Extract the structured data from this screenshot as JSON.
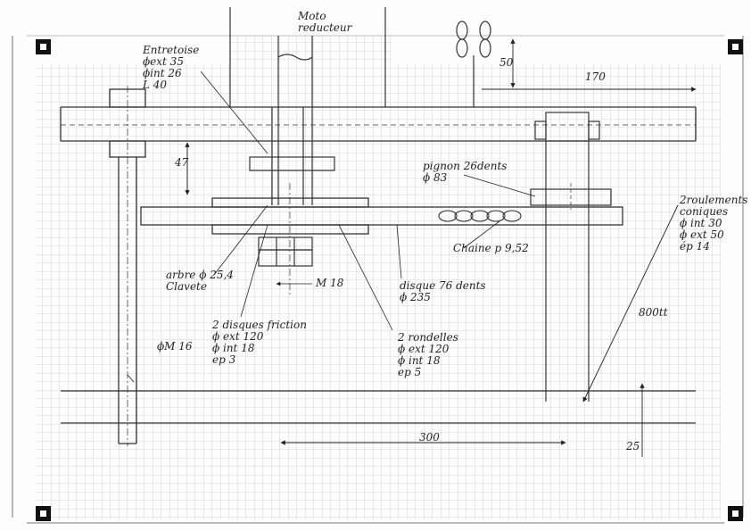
{
  "drawing": {
    "labels": {
      "moto": "Moto\nreducteur",
      "entretoise": "Entretoise\nϕext 35\nϕint 26\nL 40",
      "dim_vertical": "47",
      "pignon": "pignon 26dents\nϕ 83",
      "roulement": "2roulements\nconiques\nϕ int 30\nϕ ext 50\nép 14",
      "chaine": "Chaine p 9,52",
      "arbre": "arbre ϕ 25,4\nClavete",
      "m18": "M 18",
      "disque": "disque 76 dents\nϕ 235",
      "friction": "2 disques friction\nϕ ext 120\nϕ int 18\nep 3",
      "rondelles": "2 rondelles\nϕ ext 120\nϕ int 18\nep 5",
      "m16": "ϕM 16",
      "dim_800": "800tt",
      "dim_300": "300",
      "dim_170": "170",
      "dim_50": "50",
      "dim_25": "25"
    }
  }
}
